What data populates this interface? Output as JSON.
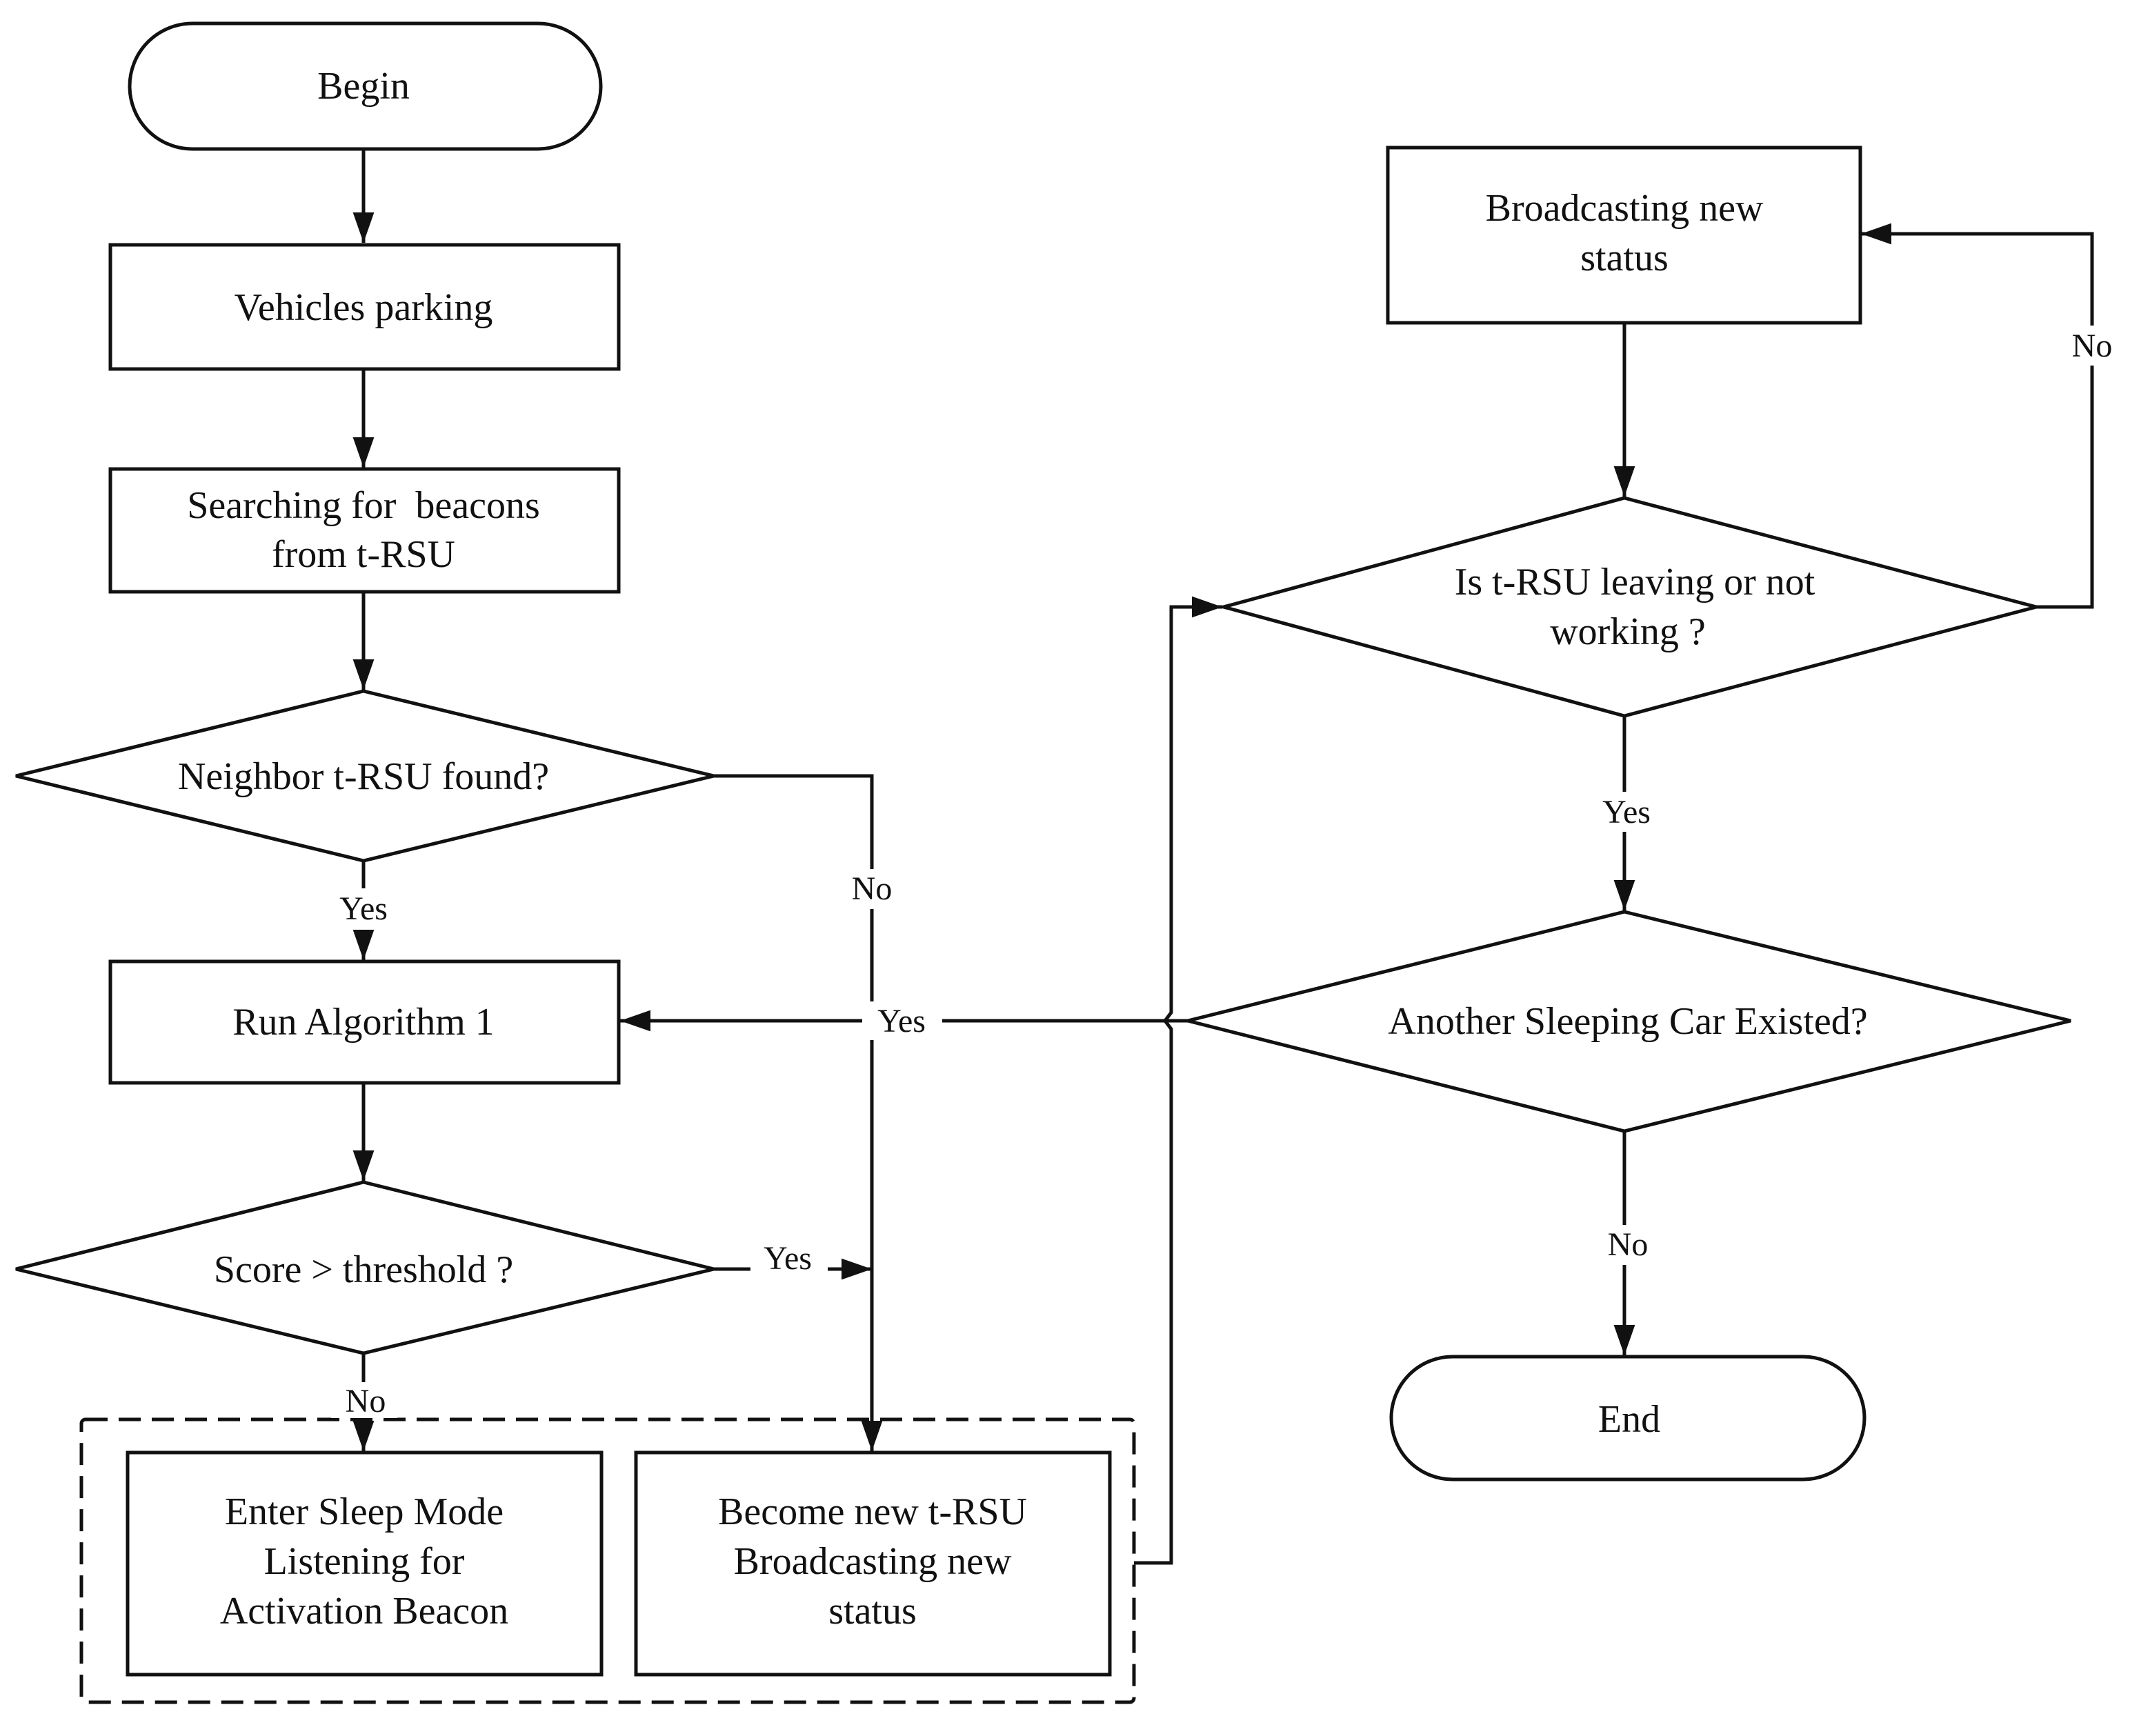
{
  "nodes": {
    "begin": [
      "Begin"
    ],
    "vehicles_parking": [
      "Vehicles parking"
    ],
    "searching": [
      "Searching for  beacons",
      "from t-RSU"
    ],
    "neighbor_found": [
      "Neighbor t-RSU found?"
    ],
    "run_algorithm": [
      "Run Algorithm 1"
    ],
    "score_threshold": [
      "Score > threshold ?"
    ],
    "enter_sleep": [
      "Enter Sleep Mode",
      "Listening for",
      "Activation Beacon"
    ],
    "become_trsu": [
      "Become new t-RSU",
      "Broadcasting new",
      "status"
    ],
    "broadcasting": [
      "Broadcasting new",
      "status"
    ],
    "trsu_leaving": [
      "Is t-RSU leaving or not",
      "working ?"
    ],
    "another_car": [
      "Another Sleeping Car Existed?"
    ],
    "end": [
      "End"
    ]
  },
  "edge_labels": {
    "neighbor_yes": "Yes",
    "neighbor_no": "No",
    "score_yes": "Yes",
    "score_no": "No",
    "another_yes": "Yes",
    "leaving_yes": "Yes",
    "leaving_no": "No",
    "another_no": "No"
  }
}
